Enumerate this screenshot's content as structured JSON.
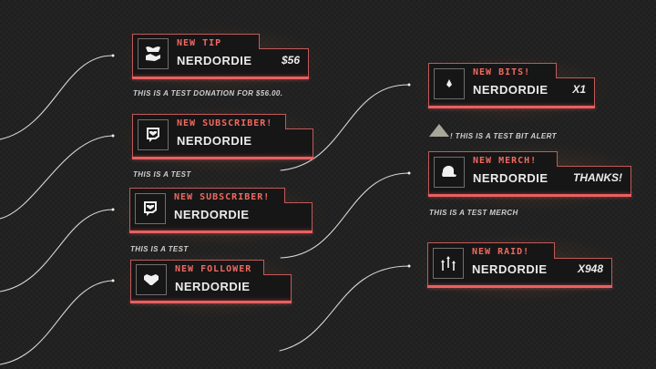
{
  "theme": {
    "accent": "#e96060",
    "label_color": "#f06a62",
    "border_color": "#c25a5a",
    "card_bg": "#171616",
    "background": "#1f1f1f",
    "text_color": "#ececec"
  },
  "alerts": [
    {
      "id": "tip",
      "icon": "hand-heart-icon",
      "label": "NEW TIP",
      "name": "NERDORDIE",
      "amount": "$56",
      "caption": "THIS IS A TEST DONATION FOR $56.00."
    },
    {
      "id": "subscriber-1",
      "icon": "twitch-chat-heart-icon",
      "label": "NEW SUBSCRIBER!",
      "name": "NERDORDIE",
      "amount": "",
      "caption": "THIS IS A TEST"
    },
    {
      "id": "subscriber-2",
      "icon": "twitch-chat-heart-icon",
      "label": "NEW SUBSCRIBER!",
      "name": "NERDORDIE",
      "amount": "",
      "caption": "THIS IS A TEST"
    },
    {
      "id": "follower",
      "icon": "heart-icon",
      "label": "NEW FOLLOWER",
      "name": "NERDORDIE",
      "amount": "",
      "caption": ""
    },
    {
      "id": "bits",
      "icon": "bits-gem-icon",
      "label": "NEW BITS!",
      "name": "NERDORDIE",
      "amount": "X1",
      "caption": "! THIS IS A TEST BIT ALERT"
    },
    {
      "id": "merch",
      "icon": "cap-icon",
      "label": "NEW MERCH!",
      "name": "NERDORDIE",
      "amount": "THANKS!",
      "caption": "THIS IS A TEST MERCH"
    },
    {
      "id": "raid",
      "icon": "raid-arrows-icon",
      "label": "NEW RAID!",
      "name": "NERDORDIE",
      "amount": "X948",
      "caption": ""
    }
  ]
}
